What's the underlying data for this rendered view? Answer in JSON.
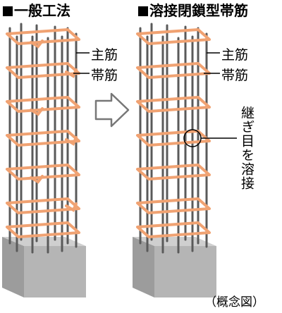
{
  "headings": {
    "left": "一般工法",
    "right": "溶接閉鎖型帯筋"
  },
  "labels": {
    "main_bar_left": "主筋",
    "hoop_left": "帯筋",
    "main_bar_right": "主筋",
    "hoop_right": "帯筋",
    "weld_note": "継ぎ目を溶接"
  },
  "caption": "（概念図）",
  "colors": {
    "rebar": "#f1a678",
    "rebar_edge": "#d9804a",
    "main_bar": "#5b5b5b",
    "concrete_top": "#c9c9c9",
    "concrete_front": "#b3b3b3",
    "concrete_side": "#9a9a9a",
    "arrow": "#7a7a7a"
  },
  "icons": {
    "arrow": "right-arrow-outline-icon",
    "weld_marker": "weld-circle-icon"
  }
}
